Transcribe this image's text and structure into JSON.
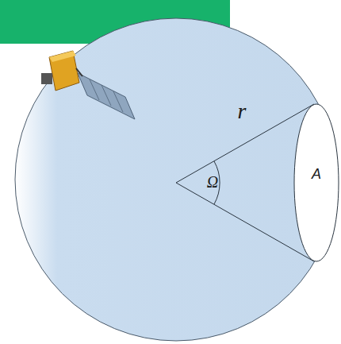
{
  "diagram": {
    "nodes": [
      {
        "text": [
          "A"
        ]
      }
    ],
    "labels": [
      "r",
      "Ω"
    ]
  }
}
